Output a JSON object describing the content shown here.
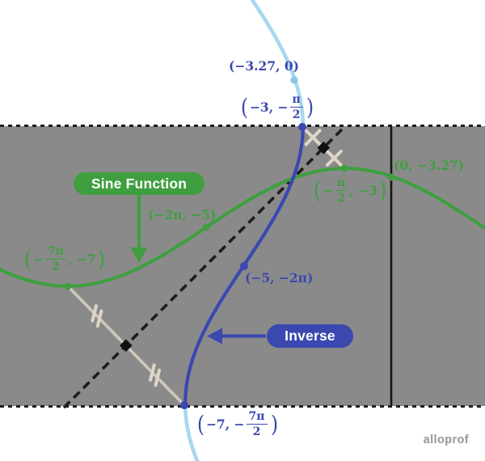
{
  "colors": {
    "green": "#3f9f40",
    "blue": "#3a48b0",
    "light_blue": "#a8d7f0",
    "light_blue_dot": "#8cc6e8",
    "tan": "#d0c8ba",
    "tick": "#ddd6c9",
    "gray_band": "#8a8a8a",
    "dashed_line": "#1e1e1e",
    "axis": "#161616",
    "marker_square": "#101010"
  },
  "badges": {
    "sine_function": "Sine Function",
    "inverse": "Inverse"
  },
  "watermark": "alloprof",
  "labels": {
    "inv_x_intercept": {
      "text": "(−3.27, 0)"
    },
    "inv_top": {
      "open": "(",
      "pre": "−3, −",
      "num": "π",
      "den": "2",
      "close": ")"
    },
    "sine_y_intercept": {
      "text": "(0, −3.27)"
    },
    "sine_max": {
      "open": "(",
      "pre": "−",
      "num": "π",
      "den": "2",
      "mid": ", −3",
      "close": ")"
    },
    "sine_mid": {
      "text": "(−2π, −5)"
    },
    "sine_min": {
      "open": "(",
      "pre": "−",
      "num": "7π",
      "den": "2",
      "mid": ", −7",
      "close": ")"
    },
    "inv_mid": {
      "text": "(−5, −2π)"
    },
    "inv_bottom": {
      "open": "(",
      "pre": "−7, −",
      "num": "7π",
      "den": "2",
      "close": ")"
    }
  },
  "chart_data": {
    "type": "line",
    "title": "",
    "series": [
      {
        "name": "Sine Function",
        "color": "#3f9f40",
        "labeled_points": [
          {
            "x": "−7π/2",
            "y": "−7"
          },
          {
            "x": "−2π",
            "y": "−5"
          },
          {
            "x": "−π/2",
            "y": "−3"
          },
          {
            "x": "0",
            "y": "−3.27"
          }
        ]
      },
      {
        "name": "Inverse",
        "color": "#3a48b0",
        "labeled_points": [
          {
            "x": "−3.27",
            "y": "0"
          },
          {
            "x": "−3",
            "y": "−π/2"
          },
          {
            "x": "−5",
            "y": "−2π"
          },
          {
            "x": "−7",
            "y": "−7π/2"
          }
        ]
      }
    ],
    "annotations": [
      "dashed 45° reflection line through midpoint squares",
      "two tan reflection segments with congruence marks (× pair and ‖ pair)",
      "gray shaded horizontal band between y = −π/2 and y = −7π/2 with dashed edges",
      "vertical axis drawn at x = 0 inside the band"
    ],
    "axes": {
      "y_axis_shown": true,
      "x_axis_shown": false,
      "gridlines": false
    },
    "legend_position": "in-figure pill badges with leader arrows"
  }
}
